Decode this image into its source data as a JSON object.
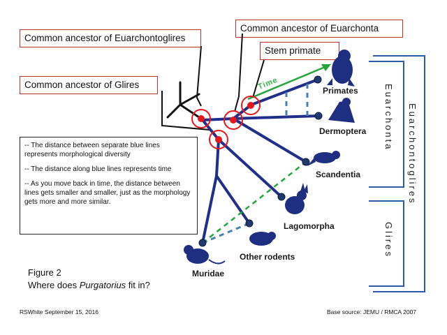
{
  "callouts": {
    "euarchontoglires": "Common ancestor of Euarchontoglires",
    "euarchonta": "Common ancestor of Euarchonta",
    "stem_primate": "Stem primate",
    "glires": "Common ancestor of Glires"
  },
  "notes": [
    "-- The distance between separate blue lines represents morphological diversity",
    "-- The distance along blue lines represents time",
    "-- As you move back in time, the distance between lines gets smaller and smaller, just as the morphology gets more and more similar."
  ],
  "time_label": "Time",
  "taxa": {
    "primates": "Primates",
    "dermoptera": "Dermoptera",
    "scandentia": "Scandentia",
    "lagomorpha": "Lagomorpha",
    "other_rodents": "Other rodents",
    "muridae": "Muridae"
  },
  "clades": {
    "euarchonta": "Euarchonta",
    "glires": "Glires",
    "euarchontoglires": "Euarchontoglires"
  },
  "figure": {
    "line1": "Figure 2",
    "line2_prefix": "Where does ",
    "line2_italic": "Purgatorius",
    "line2_suffix": " fit in?"
  },
  "footer": {
    "left": "RSWhite September 15, 2016",
    "right": "Base source: JEMU / RMCA 2007"
  },
  "colors": {
    "branch": "#1f2f8a",
    "node_red": "#e8161b",
    "dash_green": "#22a63a",
    "dash_blue": "#4a7fb0",
    "callout_border": "#c0302e",
    "bracket": "#2d5aa6"
  }
}
